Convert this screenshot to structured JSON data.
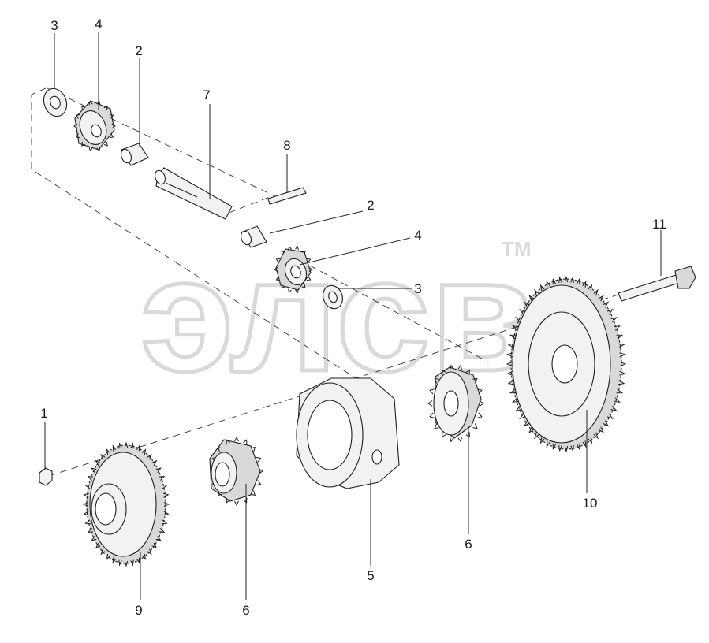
{
  "diagram": {
    "watermark": {
      "text": "элсв",
      "trademark": "TM"
    },
    "callouts": [
      {
        "id": "c-3a",
        "text": "3"
      },
      {
        "id": "c-4a",
        "text": "4"
      },
      {
        "id": "c-2a",
        "text": "2"
      },
      {
        "id": "c-7",
        "text": "7"
      },
      {
        "id": "c-8",
        "text": "8"
      },
      {
        "id": "c-2b",
        "text": "2"
      },
      {
        "id": "c-4b",
        "text": "4"
      },
      {
        "id": "c-3b",
        "text": "3"
      },
      {
        "id": "c-11",
        "text": "11"
      },
      {
        "id": "c-1",
        "text": "1"
      },
      {
        "id": "c-9",
        "text": "9"
      },
      {
        "id": "c-6a",
        "text": "6"
      },
      {
        "id": "c-5",
        "text": "5"
      },
      {
        "id": "c-6b",
        "text": "6"
      },
      {
        "id": "c-10",
        "text": "10"
      }
    ]
  }
}
